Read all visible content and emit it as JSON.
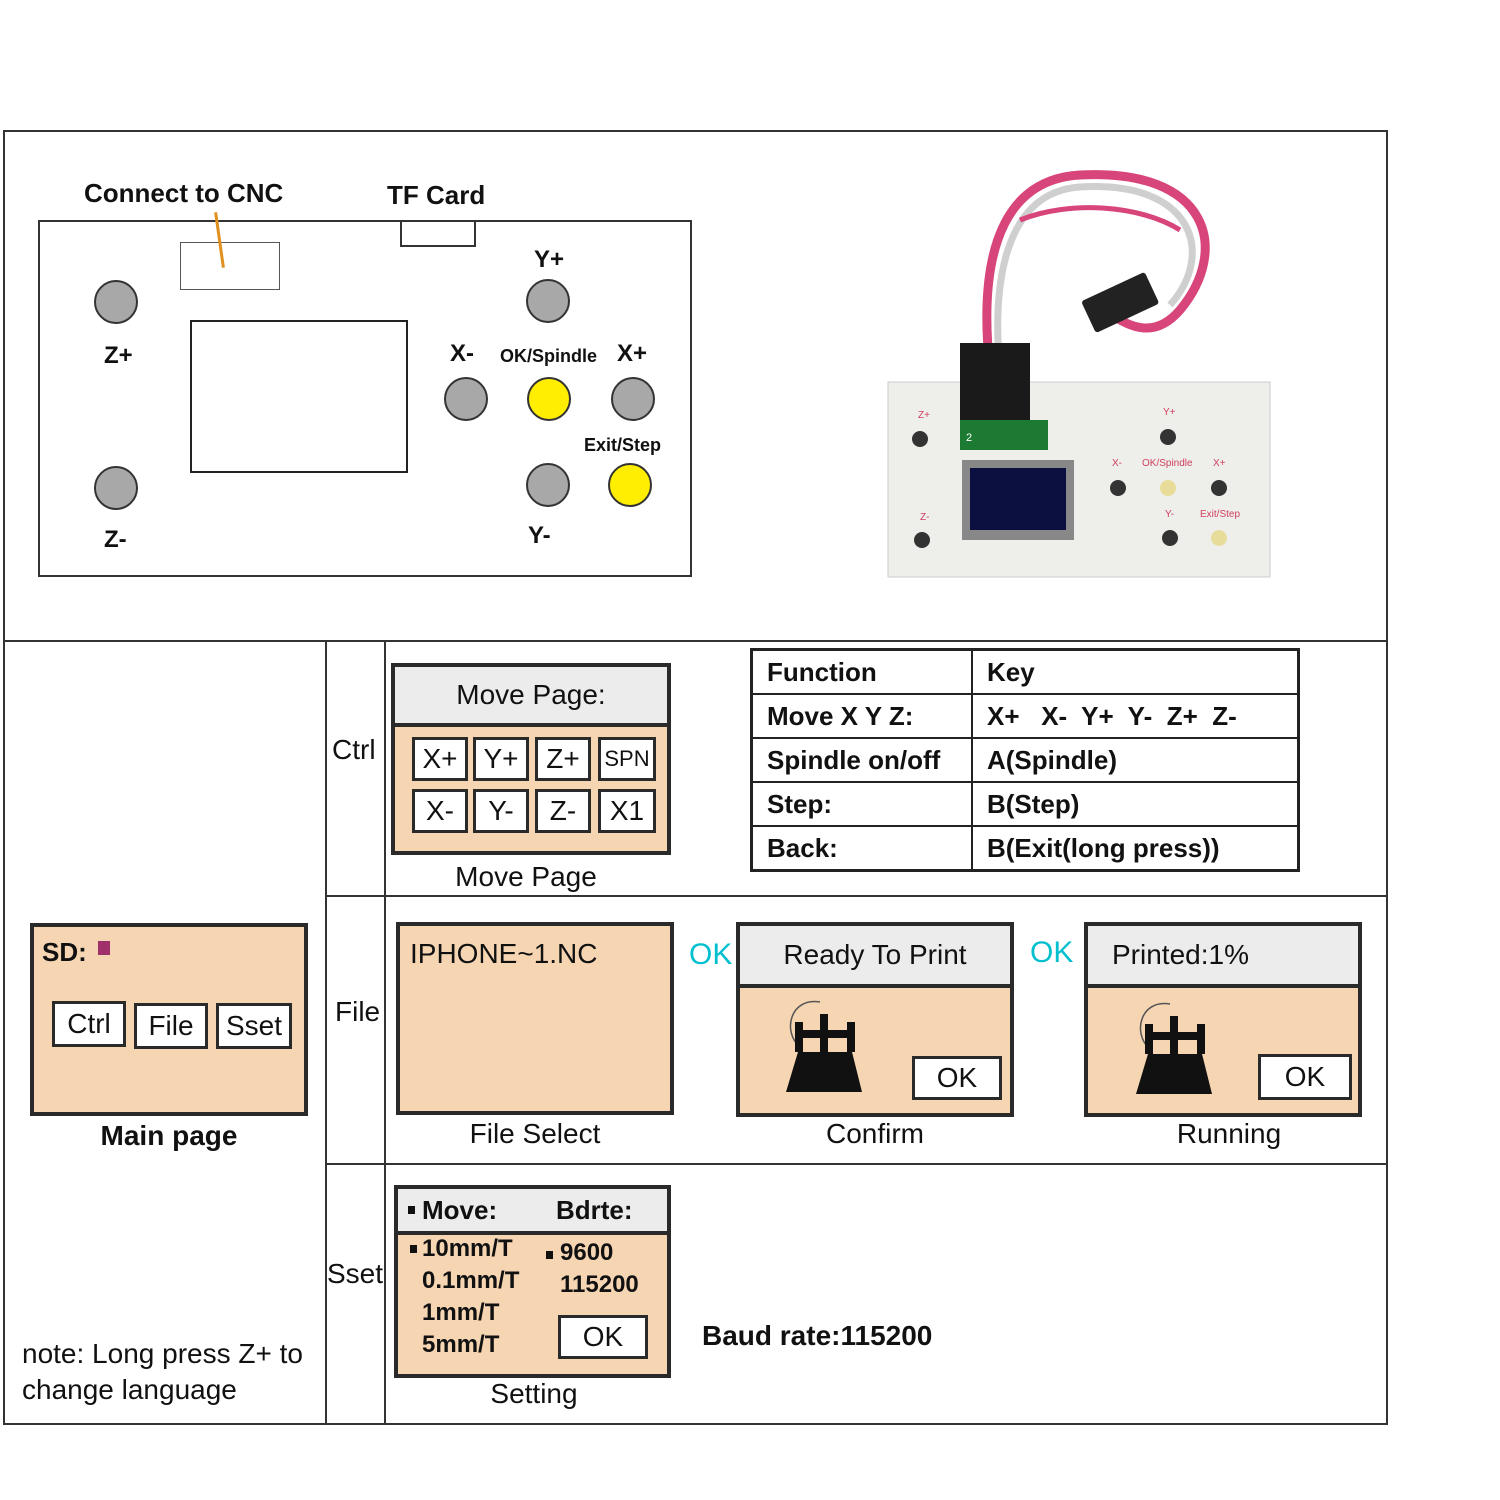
{
  "diagram": {
    "connect_label": "Connect to CNC",
    "tf_label": "TF Card",
    "z_plus": "Z+",
    "z_minus": "Z-",
    "y_plus": "Y+",
    "y_minus": "Y-",
    "x_minus": "X-",
    "x_plus": "X+",
    "ok_spindle": "OK/Spindle",
    "exit_step": "Exit/Step"
  },
  "photo": {
    "z_plus": "Z+",
    "z_minus": "Z-",
    "y_plus": "Y+",
    "y_minus": "Y-",
    "x_minus": "X-",
    "x_plus": "X+",
    "ok_spindle": "OK/Spindle",
    "exit_step": "Exit/Step",
    "pcb_text": "2"
  },
  "rows": {
    "ctrl": "Ctrl",
    "file": "File",
    "sset": "Sset"
  },
  "main_page": {
    "sd_label": "SD:",
    "buttons": [
      "Ctrl",
      "File",
      "Sset"
    ],
    "caption": "Main page",
    "note_line1": "note: Long press Z+ to",
    "note_line2": "change language"
  },
  "move_page": {
    "header": "Move Page:",
    "keys_top": [
      "X+",
      "Y+",
      "Z+",
      "SPN"
    ],
    "keys_bottom": [
      "X-",
      "Y-",
      "Z-",
      "X1"
    ],
    "caption": "Move Page"
  },
  "function_table": {
    "headers": [
      "Function",
      "Key"
    ],
    "rows": [
      [
        "Move X Y Z:",
        "X+   X-  Y+  Y-  Z+  Z-"
      ],
      [
        "Spindle on/off",
        "A(Spindle)"
      ],
      [
        "Step:",
        "B(Step)"
      ],
      [
        "Back:",
        "B(Exit(long press))"
      ]
    ]
  },
  "file_select": {
    "filename": "IPHONE~1.NC",
    "caption": "File Select"
  },
  "ok_arrow_1": "OK",
  "ok_arrow_2": "OK",
  "confirm": {
    "header": "Ready To Print",
    "ok_button": "OK",
    "caption": "Confirm"
  },
  "running": {
    "header": "Printed:1%",
    "ok_button": "OK",
    "caption": "Running"
  },
  "setting": {
    "move_label": "Move:",
    "bdrte_label": "Bdrte:",
    "move_options": [
      "10mm/T",
      "0.1mm/T",
      "1mm/T",
      "5mm/T"
    ],
    "baud_options": [
      "9600",
      "115200"
    ],
    "ok_button": "OK",
    "caption": "Setting"
  },
  "baud_rate_text": "Baud rate:115200",
  "colors": {
    "screen_bg": "#f6d5b3",
    "button_yellow": "#ffee00",
    "button_gray": "#a8a8a8",
    "ok_cyan": "#00bfcf",
    "cable_pink": "#d8457a"
  }
}
